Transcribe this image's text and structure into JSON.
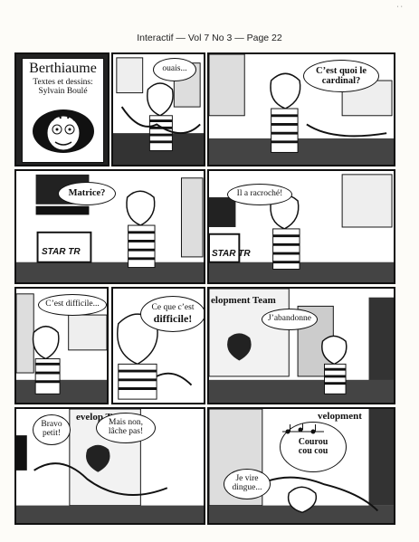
{
  "header": {
    "text": "Interactif — Vol 7 No 3 — Page 22",
    "corner_marks": "·  ·"
  },
  "title_panel": {
    "title": "Berthiaume",
    "credits_line1": "Textes et dessins:",
    "credits_line2": "Sylvain Boulé"
  },
  "row1": {
    "panel2_bubble": "ouais...",
    "panel3_bubble": "C’est quoi le cardinal?"
  },
  "row2": {
    "panel1_bubble": "Matrice?",
    "panel1_tv": "STAR TR",
    "panel2_bubble": "Il a racroché!",
    "panel2_tv": "STAR TR"
  },
  "row3": {
    "panel1_bubble": "C’est difficile...",
    "panel2_bubble_line1": "Ce que c’est",
    "panel2_bubble_line2": "difficile!",
    "panel3_sign": "elopment Team",
    "panel3_bubble": "J’abandonne"
  },
  "row4": {
    "panel1_bubble_a": "Bravo petit!",
    "panel1_bubble_b": "Mais non, lâche pas!",
    "panel1_sign": "evelop Team",
    "panel2_sign": "velopment",
    "panel2_bubble_song": "Courou cou cou",
    "panel2_bubble_speech": "Je vire dingue..."
  }
}
